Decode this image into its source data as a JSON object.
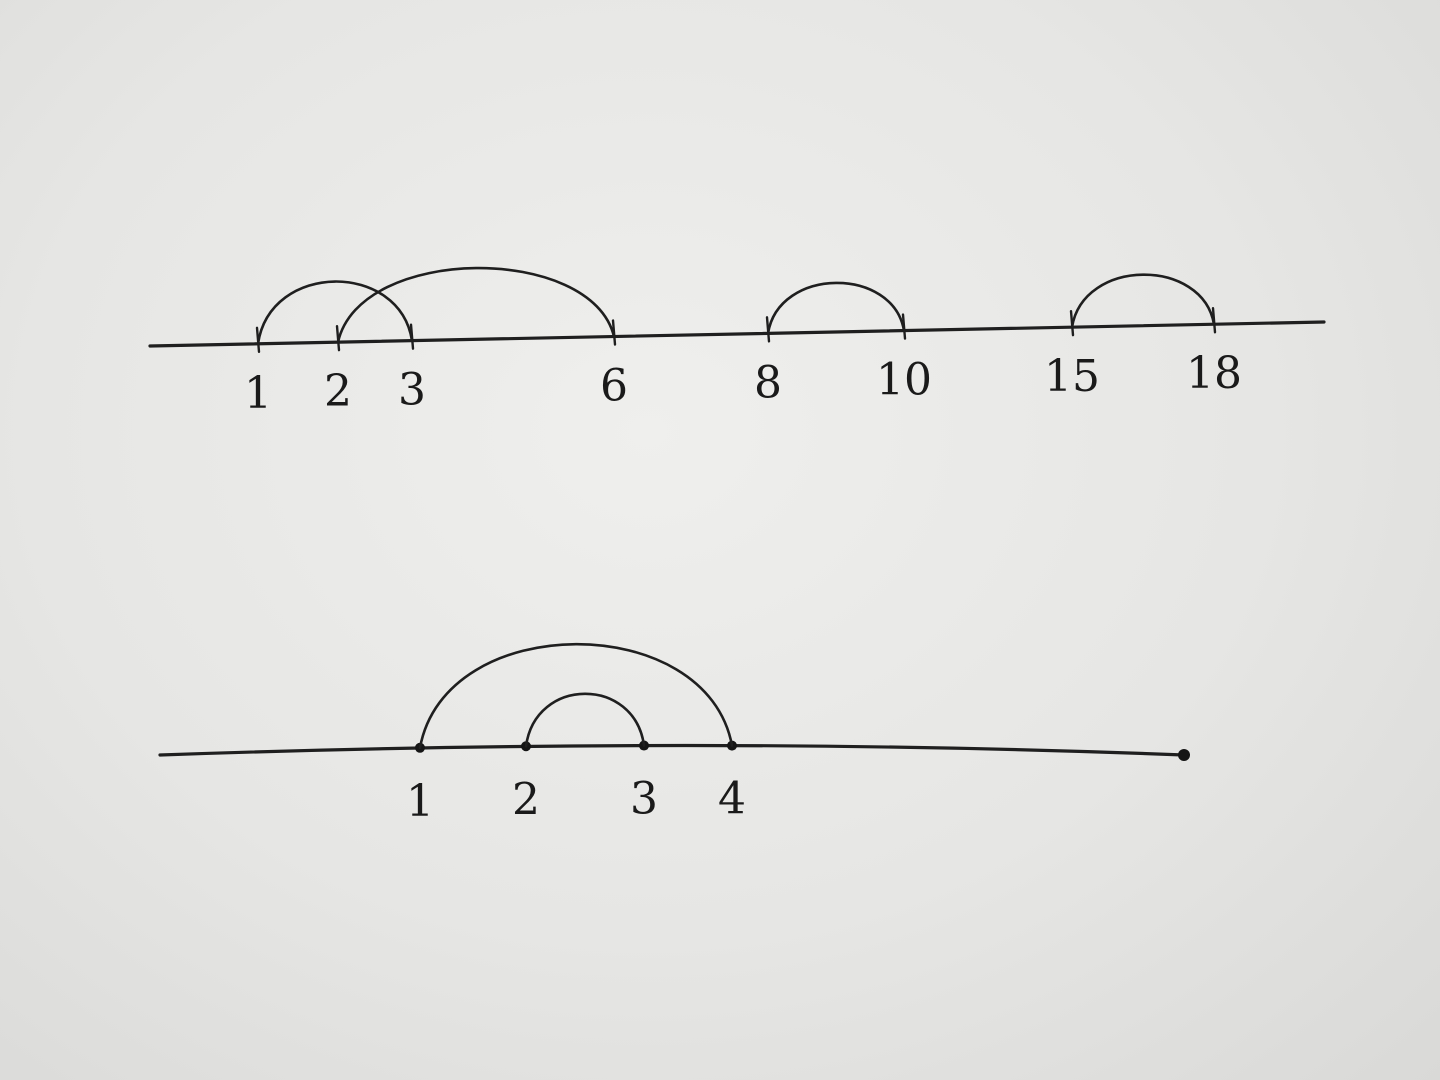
{
  "diagrams": [
    {
      "id": "top",
      "endpoint_style": "tick",
      "points": [
        "1",
        "2",
        "3",
        "6",
        "8",
        "10",
        "15",
        "18"
      ],
      "intervals": [
        {
          "from": "1",
          "to": "3"
        },
        {
          "from": "2",
          "to": "6"
        },
        {
          "from": "8",
          "to": "10"
        },
        {
          "from": "15",
          "to": "18"
        }
      ]
    },
    {
      "id": "bottom",
      "endpoint_style": "dot",
      "points": [
        "1",
        "2",
        "3",
        "4"
      ],
      "intervals": [
        {
          "from": "1",
          "to": "4"
        },
        {
          "from": "2",
          "to": "3"
        }
      ]
    }
  ],
  "colors": {
    "ink": "#1f1f1f",
    "paper": "#e9e9e7"
  }
}
